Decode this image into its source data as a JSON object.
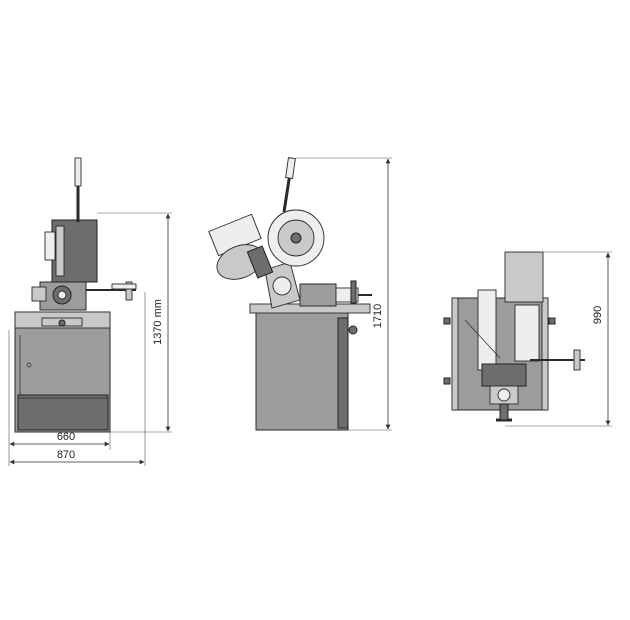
{
  "dimensions": {
    "front_width_base": "660",
    "front_width_total": "870",
    "front_height": "1370 mm",
    "side_height": "1710",
    "top_depth": "990"
  },
  "colors": {
    "machine_body": "#9c9c9c",
    "machine_dark": "#6d6d6d",
    "machine_light": "#c9c9c9",
    "lines": "#2a2a2a"
  }
}
